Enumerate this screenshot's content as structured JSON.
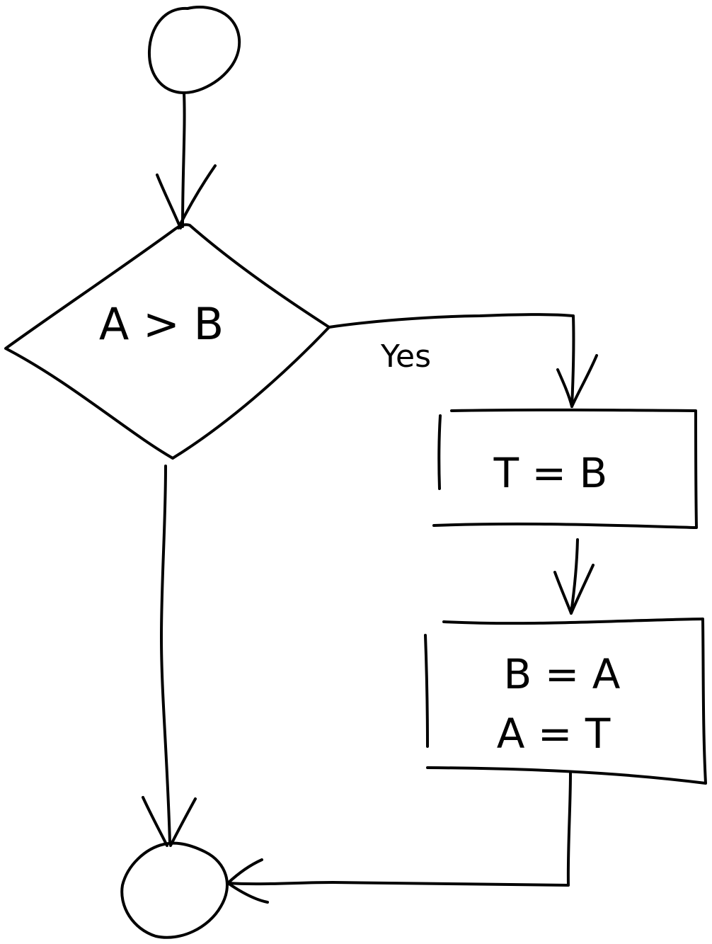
{
  "diagram": {
    "type": "flowchart",
    "style": "hand-drawn",
    "colors": {
      "ink": "#000000",
      "background": "#ffffff"
    },
    "nodes": {
      "start": {
        "shape": "circle",
        "label": ""
      },
      "decision": {
        "shape": "diamond",
        "label": "A > B"
      },
      "step1": {
        "shape": "rectangle",
        "label": "T = B"
      },
      "step2": {
        "shape": "rectangle",
        "label_line1": "B = A",
        "label_line2": "A = T"
      },
      "end": {
        "shape": "circle",
        "label": ""
      }
    },
    "edges": [
      {
        "from": "start",
        "to": "decision",
        "label": ""
      },
      {
        "from": "decision",
        "to": "step1",
        "label": "Yes"
      },
      {
        "from": "step1",
        "to": "step2",
        "label": ""
      },
      {
        "from": "step2",
        "to": "end",
        "label": ""
      },
      {
        "from": "decision",
        "to": "end",
        "label": ""
      }
    ]
  }
}
